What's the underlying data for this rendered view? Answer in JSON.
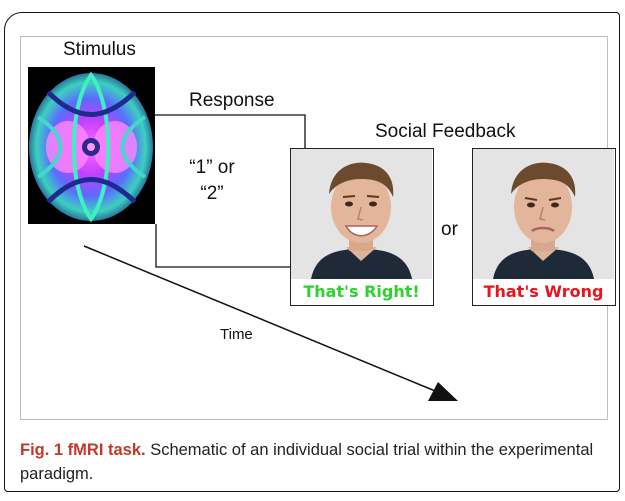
{
  "figure": {
    "stimulus_label": "Stimulus",
    "response_label": "Response",
    "response_options": "“1” or “2”",
    "feedback_label": "Social Feedback",
    "or_label": "or",
    "time_label": "Time",
    "feedback_right": "That's Right!",
    "feedback_wrong": "That's Wrong"
  },
  "caption": {
    "label": "Fig. 1 fMRI task.",
    "text": " Schematic of an individual social trial within the experimental paradigm."
  },
  "colors": {
    "right": "#2ed12e",
    "wrong": "#e8141e",
    "caption_label": "#c0392b"
  }
}
